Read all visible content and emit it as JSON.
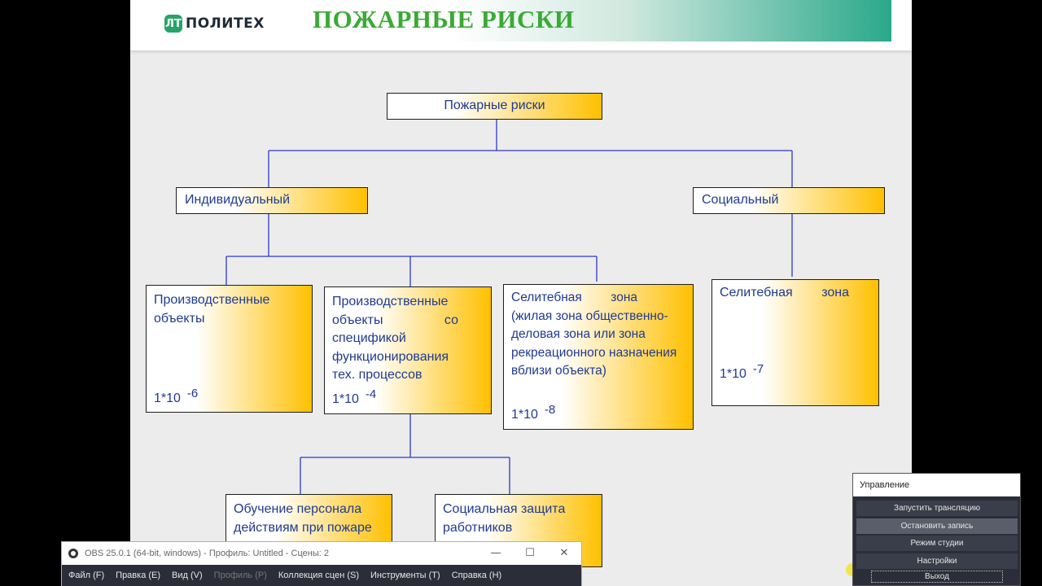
{
  "slide": {
    "logo_mark": "ЛТ",
    "logo_text": "ПОЛИТЕХ",
    "title": "ПОЖАРНЫЕ РИСКИ",
    "root": "Пожарные риски",
    "individual": "Индивидуальный",
    "social": "Социальный",
    "nodes": {
      "prod": {
        "text": "Производственные объекты",
        "rate_base": "1*10",
        "rate_exp": "-6"
      },
      "prod_spec": {
        "line1": "Производственные",
        "line2a": "объекты",
        "line2b": "со",
        "line3": "спецификой",
        "line4": "функционирования",
        "line5": "тех. процессов",
        "rate_base": "1*10",
        "rate_exp": "-4"
      },
      "selit": {
        "line1a": "Селитебная",
        "line1b": "зона",
        "rest": "(жилая зона общественно-деловая зона или зона рекреационного назначения вблизи объекта)",
        "rate_base": "1*10",
        "rate_exp": "-8"
      },
      "selit_social": {
        "line1a": "Селитебная",
        "line1b": "зона",
        "rate_base": "1*10",
        "rate_exp": "-7"
      }
    },
    "training": "Обучение персонала действиям при пожаре",
    "social_protection": "Социальная защита работников"
  },
  "obs": {
    "title": "OBS 25.0.1 (64-bit, windows) - Профиль: Untitled - Сцены: 2",
    "minimize": "—",
    "maximize": "☐",
    "close": "✕",
    "menu": [
      "Файл (F)",
      "Правка (E)",
      "Вид (V)",
      "Профиль (P)",
      "Коллекция сцен (S)",
      "Инструменты (T)",
      "Справка (H)"
    ]
  },
  "controls": {
    "header": "Управление",
    "start_stream": "Запустить трансляцию",
    "stop_record": "Остановить запись",
    "studio_mode": "Режим студии",
    "settings": "Настройки",
    "exit": "Выход"
  },
  "colors": {
    "box_text": "#1f3a93",
    "title_green": "#3aaa35",
    "connector": "#2b39c9",
    "gold": "#ffc000"
  }
}
